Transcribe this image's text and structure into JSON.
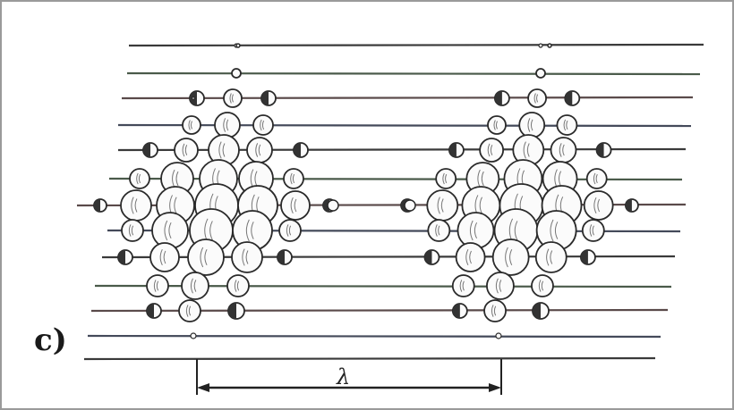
{
  "panel_label": "c)",
  "wavelength_symbol": "λ",
  "colors": {
    "frame": "#9a9a9a",
    "ink": "#2a2a2a",
    "line_shades": [
      "#3a3a3a",
      "#4a5a4a",
      "#5a4a4a",
      "#444a5a"
    ],
    "particle_fill": "#fbfbfb"
  },
  "particle_lines": {
    "count": 13
  },
  "clusters": {
    "count": 2
  }
}
